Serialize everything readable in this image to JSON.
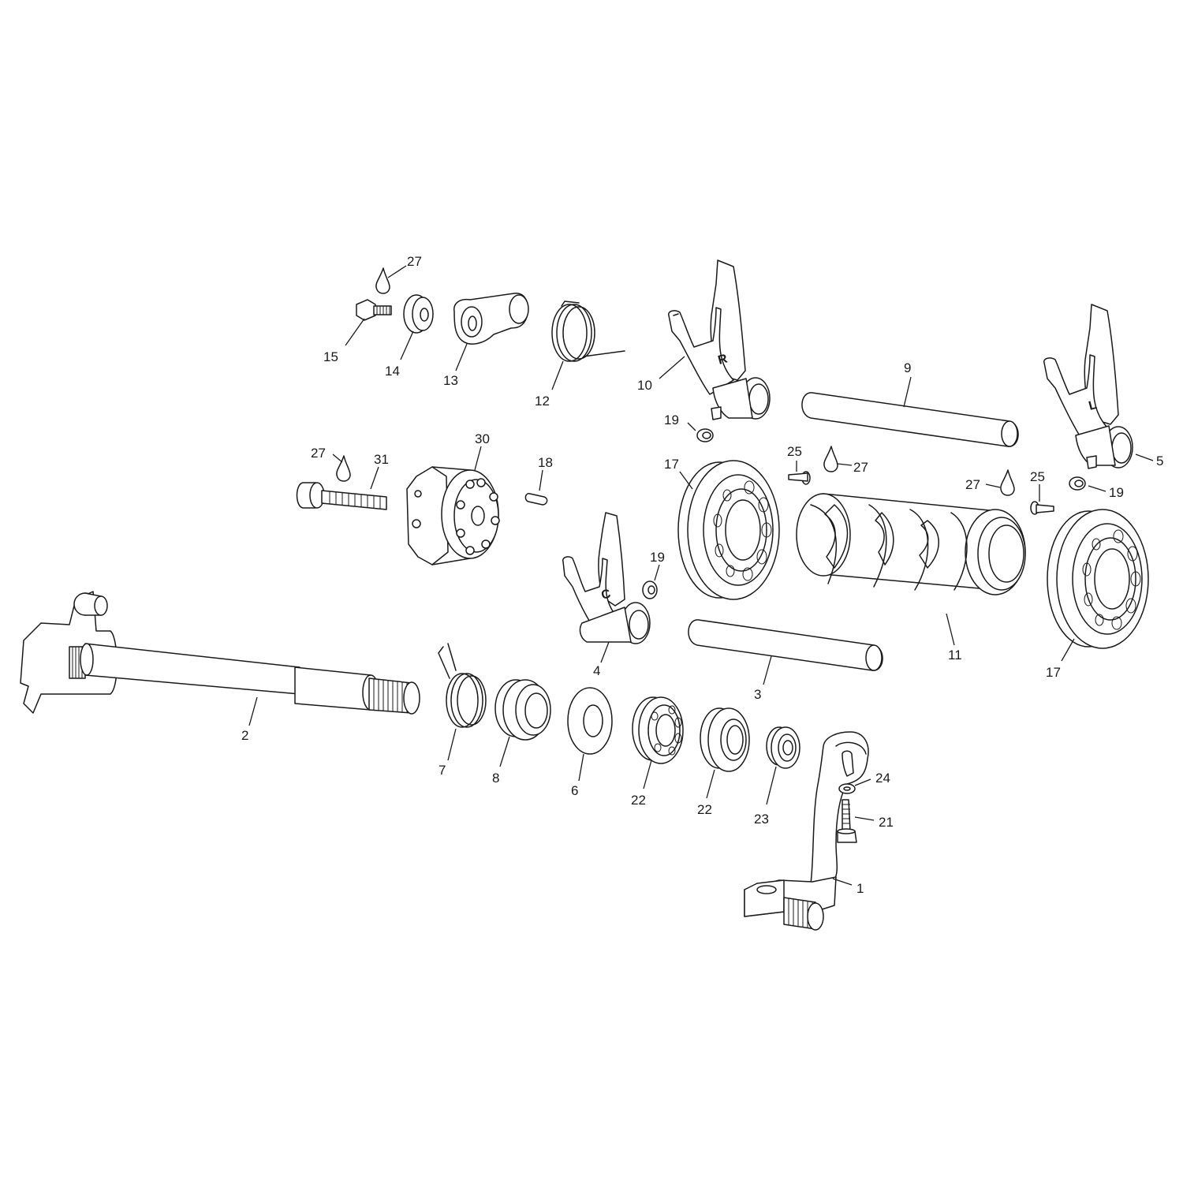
{
  "callouts": {
    "c1": "1",
    "c2": "2",
    "c3": "3",
    "c4": "4",
    "c5": "5",
    "c6": "6",
    "c7": "7",
    "c8": "8",
    "c9": "9",
    "c10": "10",
    "c11": "11",
    "c12": "12",
    "c13": "13",
    "c14": "14",
    "c15": "15",
    "c17a": "17",
    "c17b": "17",
    "c18": "18",
    "c19a": "19",
    "c19b": "19",
    "c19c": "19",
    "c21": "21",
    "c22a": "22",
    "c22b": "22",
    "c23": "23",
    "c24": "24",
    "c25a": "25",
    "c25b": "25",
    "c27a": "27",
    "c27b": "27",
    "c27c": "27",
    "c27d": "27",
    "c30": "30",
    "c31": "31"
  },
  "fork_letters": {
    "right": "R",
    "left": "L",
    "center": "C"
  },
  "colors": {
    "line": "#1a1a1a",
    "fill": "#ffffff",
    "background": "#ffffff"
  }
}
